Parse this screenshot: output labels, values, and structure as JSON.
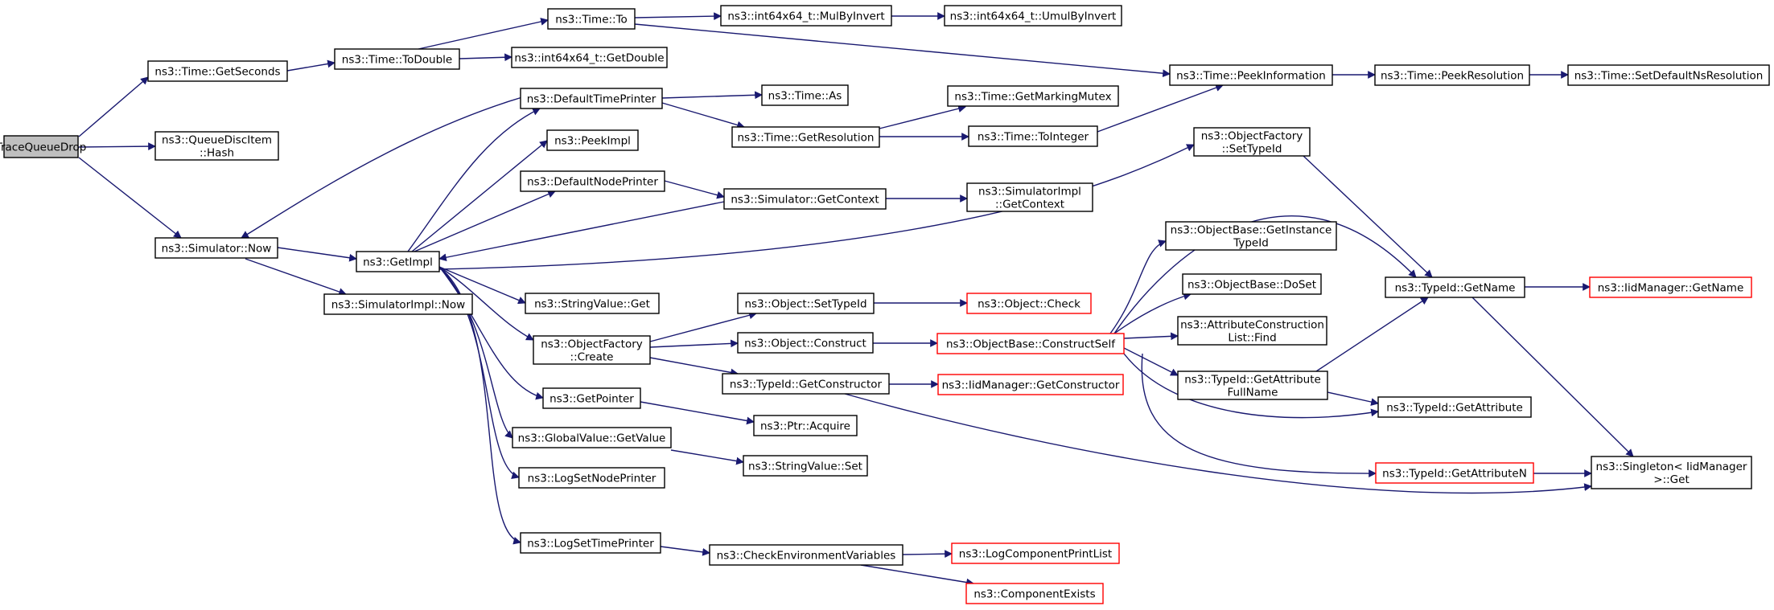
{
  "graph": {
    "nodes": [
      {
        "id": "n0",
        "lines": [
          "TraceQueueDrop"
        ],
        "style": "root"
      },
      {
        "id": "n1",
        "lines": [
          "ns3::Time::GetSeconds"
        ],
        "style": "normal"
      },
      {
        "id": "n2",
        "lines": [
          "ns3::QueueDiscItem",
          "::Hash"
        ],
        "style": "normal"
      },
      {
        "id": "n3",
        "lines": [
          "ns3::Simulator::Now"
        ],
        "style": "normal"
      },
      {
        "id": "n4",
        "lines": [
          "ns3::Time::ToDouble"
        ],
        "style": "normal"
      },
      {
        "id": "n5",
        "lines": [
          "ns3::Time::To"
        ],
        "style": "normal"
      },
      {
        "id": "n6",
        "lines": [
          "ns3::int64x64_t::GetDouble"
        ],
        "style": "normal"
      },
      {
        "id": "n7",
        "lines": [
          "ns3::int64x64_t::MulByInvert"
        ],
        "style": "normal"
      },
      {
        "id": "n8",
        "lines": [
          "ns3::int64x64_t::UmulByInvert"
        ],
        "style": "normal"
      },
      {
        "id": "n9",
        "lines": [
          "ns3::Time::PeekInformation"
        ],
        "style": "normal"
      },
      {
        "id": "n10",
        "lines": [
          "ns3::Time::PeekResolution"
        ],
        "style": "normal"
      },
      {
        "id": "n11",
        "lines": [
          "ns3::Time::SetDefaultNsResolution"
        ],
        "style": "normal"
      },
      {
        "id": "n12",
        "lines": [
          "ns3::GetImpl"
        ],
        "style": "normal"
      },
      {
        "id": "n13",
        "lines": [
          "ns3::SimulatorImpl::Now"
        ],
        "style": "normal"
      },
      {
        "id": "n14",
        "lines": [
          "ns3::DefaultTimePrinter"
        ],
        "style": "normal"
      },
      {
        "id": "n15",
        "lines": [
          "ns3::PeekImpl"
        ],
        "style": "normal"
      },
      {
        "id": "n16",
        "lines": [
          "ns3::DefaultNodePrinter"
        ],
        "style": "normal"
      },
      {
        "id": "n17",
        "lines": [
          "ns3::StringValue::Get"
        ],
        "style": "normal"
      },
      {
        "id": "n18",
        "lines": [
          "ns3::ObjectFactory",
          "::Create"
        ],
        "style": "normal"
      },
      {
        "id": "n19",
        "lines": [
          "ns3::GetPointer"
        ],
        "style": "normal"
      },
      {
        "id": "n20",
        "lines": [
          "ns3::GlobalValue::GetValue"
        ],
        "style": "normal"
      },
      {
        "id": "n21",
        "lines": [
          "ns3::LogSetNodePrinter"
        ],
        "style": "normal"
      },
      {
        "id": "n22",
        "lines": [
          "ns3::LogSetTimePrinter"
        ],
        "style": "normal"
      },
      {
        "id": "n23",
        "lines": [
          "ns3::Time::As"
        ],
        "style": "normal"
      },
      {
        "id": "n24",
        "lines": [
          "ns3::Time::GetResolution"
        ],
        "style": "normal"
      },
      {
        "id": "n25",
        "lines": [
          "ns3::Time::GetMarkingMutex"
        ],
        "style": "normal"
      },
      {
        "id": "n26",
        "lines": [
          "ns3::Time::ToInteger"
        ],
        "style": "normal"
      },
      {
        "id": "n27",
        "lines": [
          "ns3::Simulator::GetContext"
        ],
        "style": "normal"
      },
      {
        "id": "n28",
        "lines": [
          "ns3::SimulatorImpl",
          "::GetContext"
        ],
        "style": "normal"
      },
      {
        "id": "n29",
        "lines": [
          "ns3::Object::SetTypeId"
        ],
        "style": "normal"
      },
      {
        "id": "n30",
        "lines": [
          "ns3::Object::Check"
        ],
        "style": "red"
      },
      {
        "id": "n31",
        "lines": [
          "ns3::Object::Construct"
        ],
        "style": "normal"
      },
      {
        "id": "n32",
        "lines": [
          "ns3::ObjectBase::ConstructSelf"
        ],
        "style": "red"
      },
      {
        "id": "n33",
        "lines": [
          "ns3::TypeId::GetConstructor"
        ],
        "style": "normal"
      },
      {
        "id": "n34",
        "lines": [
          "ns3::IidManager::GetConstructor"
        ],
        "style": "red"
      },
      {
        "id": "n35",
        "lines": [
          "ns3::Ptr::Acquire"
        ],
        "style": "normal"
      },
      {
        "id": "n36",
        "lines": [
          "ns3::StringValue::Set"
        ],
        "style": "normal"
      },
      {
        "id": "n37",
        "lines": [
          "ns3::CheckEnvironmentVariables"
        ],
        "style": "normal"
      },
      {
        "id": "n38",
        "lines": [
          "ns3::LogComponentPrintList"
        ],
        "style": "red"
      },
      {
        "id": "n39",
        "lines": [
          "ns3::ComponentExists"
        ],
        "style": "red"
      },
      {
        "id": "n40",
        "lines": [
          "ns3::ObjectFactory",
          "::SetTypeId"
        ],
        "style": "normal"
      },
      {
        "id": "n41",
        "lines": [
          "ns3::ObjectBase::GetInstance",
          "TypeId"
        ],
        "style": "normal"
      },
      {
        "id": "n42",
        "lines": [
          "ns3::ObjectBase::DoSet"
        ],
        "style": "normal"
      },
      {
        "id": "n43",
        "lines": [
          "ns3::AttributeConstruction",
          "List::Find"
        ],
        "style": "normal"
      },
      {
        "id": "n44",
        "lines": [
          "ns3::TypeId::GetAttribute",
          "FullName"
        ],
        "style": "normal"
      },
      {
        "id": "n45",
        "lines": [
          "ns3::TypeId::GetAttributeN"
        ],
        "style": "red"
      },
      {
        "id": "n46",
        "lines": [
          "ns3::TypeId::GetName"
        ],
        "style": "normal"
      },
      {
        "id": "n47",
        "lines": [
          "ns3::TypeId::GetAttribute"
        ],
        "style": "normal"
      },
      {
        "id": "n48",
        "lines": [
          "ns3::Singleton< IidManager",
          " >::Get"
        ],
        "style": "normal"
      },
      {
        "id": "n49",
        "lines": [
          "ns3::IidManager::GetName"
        ],
        "style": "red"
      }
    ],
    "edges": [
      [
        "n0",
        "n1"
      ],
      [
        "n0",
        "n2"
      ],
      [
        "n0",
        "n3"
      ],
      [
        "n1",
        "n4"
      ],
      [
        "n4",
        "n5"
      ],
      [
        "n4",
        "n6"
      ],
      [
        "n5",
        "n7"
      ],
      [
        "n7",
        "n8"
      ],
      [
        "n5",
        "n9"
      ],
      [
        "n9",
        "n10"
      ],
      [
        "n10",
        "n11"
      ],
      [
        "n3",
        "n12"
      ],
      [
        "n3",
        "n13"
      ],
      [
        "n12",
        "n14"
      ],
      [
        "n12",
        "n15"
      ],
      [
        "n12",
        "n16"
      ],
      [
        "n12",
        "n17"
      ],
      [
        "n12",
        "n18"
      ],
      [
        "n12",
        "n19"
      ],
      [
        "n12",
        "n20"
      ],
      [
        "n12",
        "n21"
      ],
      [
        "n12",
        "n22"
      ],
      [
        "n12",
        "n40"
      ],
      [
        "n14",
        "n3"
      ],
      [
        "n14",
        "n23"
      ],
      [
        "n14",
        "n24"
      ],
      [
        "n24",
        "n25"
      ],
      [
        "n24",
        "n26"
      ],
      [
        "n26",
        "n9"
      ],
      [
        "n16",
        "n27"
      ],
      [
        "n27",
        "n12"
      ],
      [
        "n27",
        "n28"
      ],
      [
        "n18",
        "n29"
      ],
      [
        "n18",
        "n31"
      ],
      [
        "n18",
        "n33"
      ],
      [
        "n29",
        "n30"
      ],
      [
        "n31",
        "n32"
      ],
      [
        "n33",
        "n34"
      ],
      [
        "n33",
        "n48"
      ],
      [
        "n19",
        "n35"
      ],
      [
        "n20",
        "n36"
      ],
      [
        "n22",
        "n37"
      ],
      [
        "n37",
        "n38"
      ],
      [
        "n37",
        "n39"
      ],
      [
        "n32",
        "n46"
      ],
      [
        "n32",
        "n41"
      ],
      [
        "n32",
        "n42"
      ],
      [
        "n32",
        "n43"
      ],
      [
        "n32",
        "n44"
      ],
      [
        "n32",
        "n45"
      ],
      [
        "n32",
        "n47"
      ],
      [
        "n40",
        "n46"
      ],
      [
        "n44",
        "n46"
      ],
      [
        "n44",
        "n47"
      ],
      [
        "n45",
        "n48"
      ],
      [
        "n46",
        "n49"
      ],
      [
        "n46",
        "n48"
      ]
    ]
  }
}
